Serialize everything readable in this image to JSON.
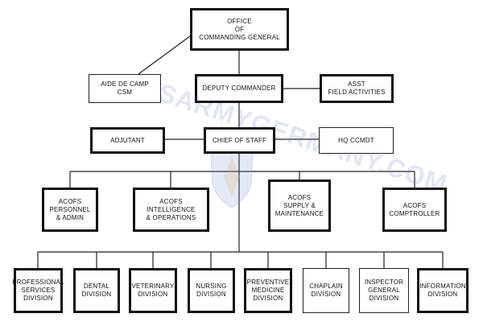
{
  "watermark": {
    "text": "USARMYGERMANY.COM"
  },
  "boxes": {
    "office": "OFFICE\nOF\nCOMMANDING GENERAL",
    "aide": "AIDE DE CAMP\nCSM",
    "deputy": "DEPUTY COMMANDER",
    "asst": "ASST\nFIELD ACTIVITIES",
    "adjutant": "ADJUTANT",
    "chief": "CHIEF OF STAFF",
    "hq": "HQ CCMDT",
    "personnel": "ACOFS\nPERSONNEL\n& ADMIN",
    "intel": "ACOFS\nINTELLIGENCE\n& OPERATIONS",
    "supply": "ACOFS\nSUPPLY &\nMAINTENANCE",
    "comptroller": "ACOFS\nCOMPTROLLER",
    "professional": "PROFESSIONAL\nSERVICES\nDIVISION",
    "dental": "DENTAL\nDIVISION",
    "veterinary": "VETERINARY\nDIVISION",
    "nursing": "NURSING\nDIVISION",
    "preventive": "PREVENTIVE\nMEDICINE\nDIVISION",
    "chaplain": "CHAPLAIN\nDIVISION",
    "inspector": "INSPECTOR\nGENERAL\nDIVISION",
    "information": "INFORMATION\nDIVISION"
  }
}
